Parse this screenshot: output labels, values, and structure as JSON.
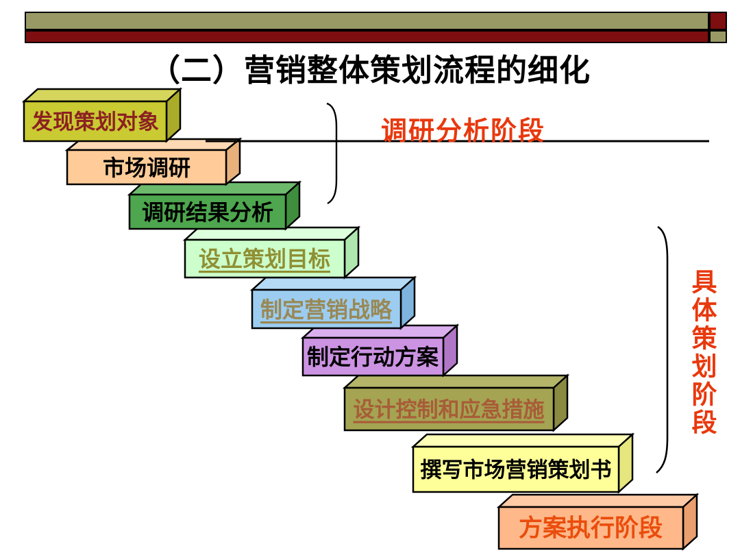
{
  "slide_title": "（二）营销整体策划流程的细化",
  "header": {
    "olive_color": "#999966",
    "maroon_color": "#7E0E10"
  },
  "annotations": {
    "research_phase_label": "调研分析阶段",
    "detailed_phase_label": "具体策划阶段",
    "color": "#E8380D"
  },
  "steps": [
    {
      "label": "发现策划对象",
      "fill": "#CACA33",
      "top_fill": "#D6D65C",
      "side_fill": "#ABAB2B",
      "text_color": "#8B2121",
      "underline": false
    },
    {
      "label": "市场调研",
      "fill": "#FFCC99",
      "top_fill": "#FFD9B3",
      "side_fill": "#E8B17C",
      "text_color": "#000000",
      "underline": false
    },
    {
      "label": "调研结果分析",
      "fill": "#4EA74E",
      "top_fill": "#6DBA6D",
      "side_fill": "#3E8E3E",
      "text_color": "#000000",
      "underline": false
    },
    {
      "label": "设立策划目标",
      "fill": "#CCFFCC",
      "top_fill": "#DDFFDD",
      "side_fill": "#AEE8AE",
      "text_color": "#8F8F33",
      "underline": true
    },
    {
      "label": "制定营销战略",
      "fill": "#9CCDF1",
      "top_fill": "#B5DAF6",
      "side_fill": "#7FB4DE",
      "text_color": "#998855",
      "underline": true
    },
    {
      "label": "制定行动方案",
      "fill": "#CC93E3",
      "top_fill": "#DAAFEE",
      "side_fill": "#B177C7",
      "text_color": "#000000",
      "underline": false
    },
    {
      "label": "设计控制和应急措施",
      "fill": "#A4A452",
      "top_fill": "#B5B56A",
      "side_fill": "#8A8A42",
      "text_color": "#A85C38",
      "underline": true
    },
    {
      "label": "撰写市场营销策划书",
      "fill": "#FFFF99",
      "top_fill": "#FFFFB8",
      "side_fill": "#E6E67E",
      "text_color": "#000000",
      "underline": false
    },
    {
      "label": "方案执行阶段",
      "fill": "#FFB88A",
      "top_fill": "#FFCBA6",
      "side_fill": "#EB9F6F",
      "text_color": "#EA4D0C",
      "underline": false
    }
  ]
}
